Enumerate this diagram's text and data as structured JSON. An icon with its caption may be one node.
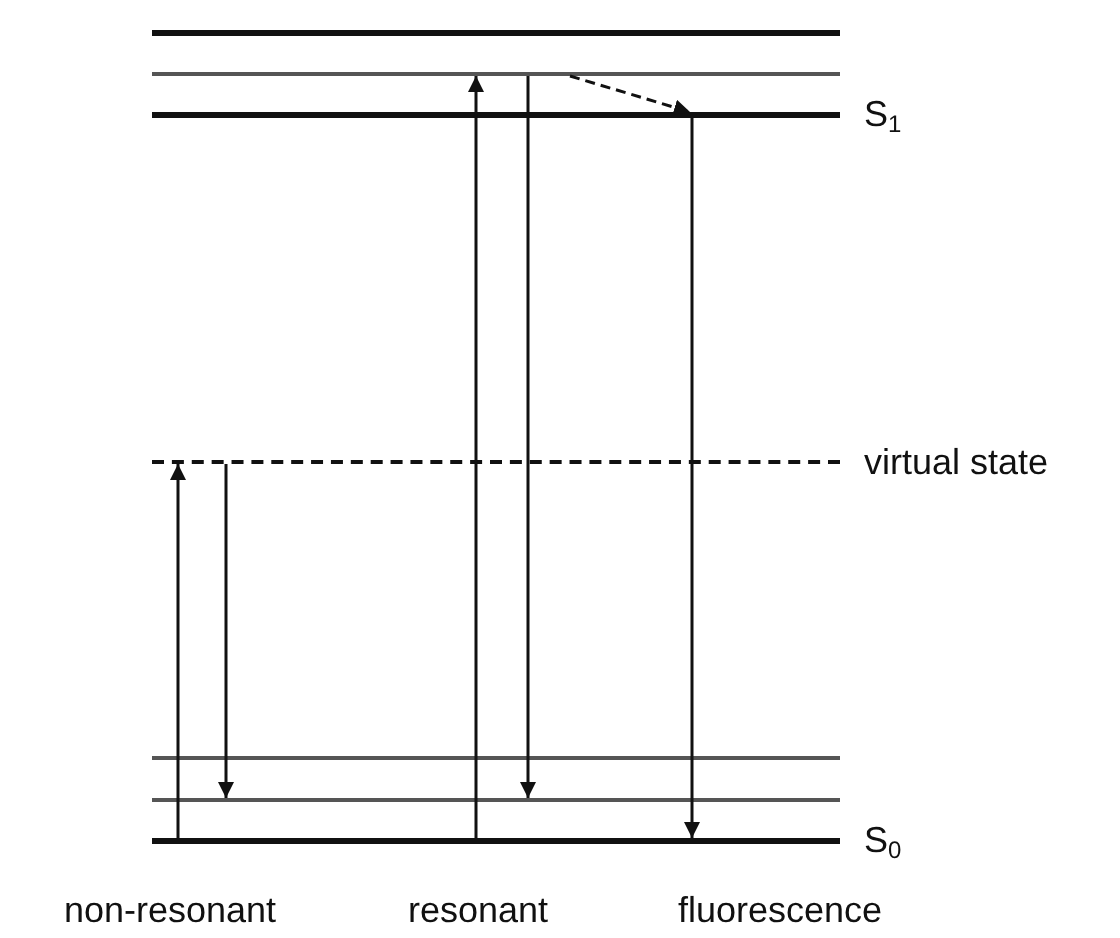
{
  "diagram": {
    "nodes": [
      {
        "text": [],
        "shape": "bar"
      },
      {
        "text": [],
        "shape": "bar"
      },
      {
        "text": [],
        "shape": "bar",
        "beside": [
          "S$_{1}$"
        ]
      },
      {
        "text": [],
        "shape": "bar",
        "beside": [
          "virtual state"
        ]
      },
      {
        "text": [],
        "shape": "bar"
      },
      {
        "text": [],
        "shape": "bar"
      },
      {
        "text": [],
        "shape": "bar",
        "beside": [
          "S$_{0}$"
        ]
      }
    ],
    "edges": [
      {
        "from": 6,
        "to": 3,
        "arrow": "to"
      },
      {
        "from": 3,
        "to": 5,
        "arrow": "to"
      },
      {
        "from": 6,
        "to": 1,
        "arrow": "to"
      },
      {
        "from": 1,
        "to": 5,
        "arrow": "to"
      },
      {
        "from": 1,
        "to": 2,
        "arrow": "to",
        "style": "dashed"
      },
      {
        "from": 2,
        "to": 6,
        "arrow": "to"
      }
    ],
    "labels": [
      "non-resonant",
      "resonant",
      "fluorescence"
    ]
  }
}
